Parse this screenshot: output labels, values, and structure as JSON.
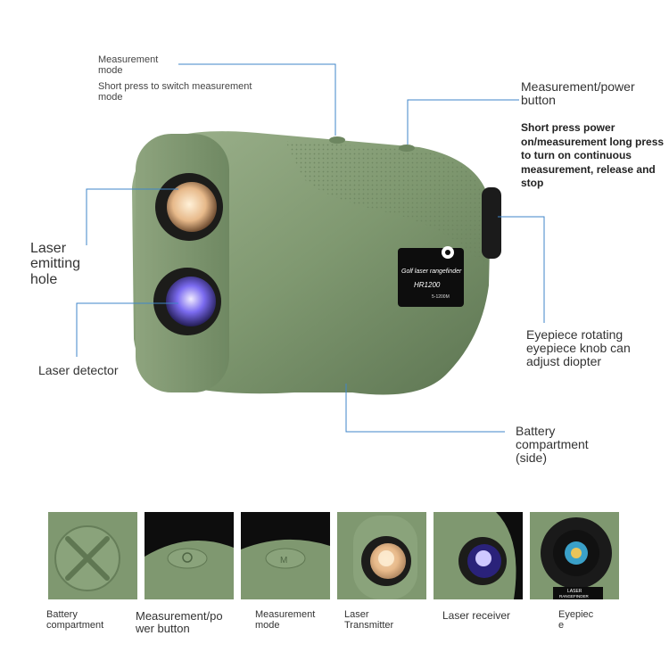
{
  "callouts": {
    "mode_title": "Measurement\nmode",
    "mode_desc": "Short press to switch measurement\nmode",
    "power_title": "Measurement/power\nbutton",
    "power_desc": "Short press power\non/measurement long press\nto turn on continuous\nmeasurement, release and\nstop",
    "laser_hole": "Laser\nemitting\nhole",
    "laser_detector": "Laser detector",
    "eyepiece": "Eyepiece rotating\neyepiece knob can\nadjust diopter",
    "battery": "Battery\ncompartment\n(side)"
  },
  "device": {
    "badge_line1": "Golf laser rangefinder",
    "badge_model": "HR1200",
    "badge_range": "5-1200M",
    "body_color": "#7f9870",
    "accent_line_color": "#3f86c8"
  },
  "thumbnails": [
    {
      "caption": "Battery\ncompartment"
    },
    {
      "caption": "Measurement/po\nwer button"
    },
    {
      "caption": "Measurement\nmode"
    },
    {
      "caption": "Laser\nTransmitter"
    },
    {
      "caption": "Laser receiver"
    },
    {
      "caption": "Eyepiec\ne"
    }
  ],
  "eyepiece_label": {
    "line1": "LASER",
    "line2": "RANGEFINDER"
  }
}
